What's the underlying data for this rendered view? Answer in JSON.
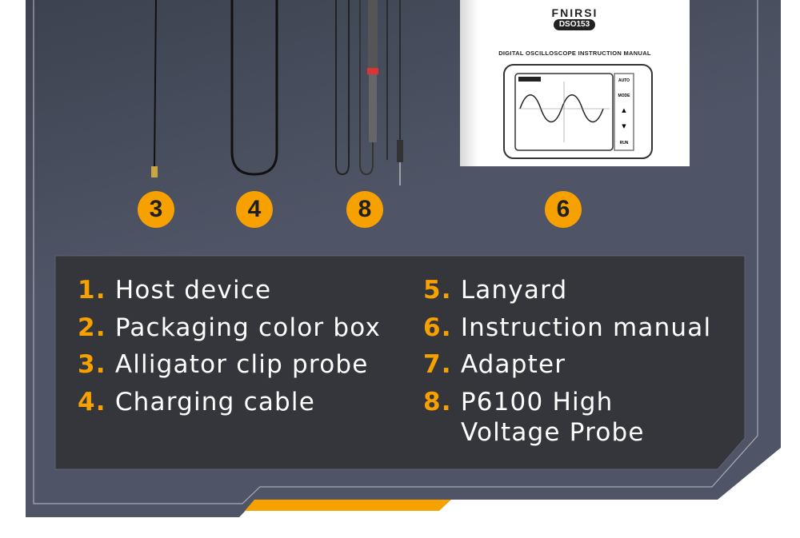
{
  "colors": {
    "panel": "#4f5566",
    "inner_box": "#35363c",
    "accent": "#f7a100"
  },
  "callouts": [
    "3",
    "4",
    "8",
    "6"
  ],
  "manual": {
    "brand": "FNIRSI",
    "model": "DSO153",
    "title": "DIGITAL OSCILLOSCOPE INSTRUCTION MANUAL",
    "buttons": [
      "AUTO",
      "MODE",
      "▲",
      "▼",
      "RUN"
    ],
    "screen_label": "AUTO"
  },
  "items_left": [
    {
      "num": "1.",
      "label": "Host device"
    },
    {
      "num": "2.",
      "label": "Packaging color box"
    },
    {
      "num": "3.",
      "label": "Alligator clip probe"
    },
    {
      "num": "4.",
      "label": "Charging cable"
    }
  ],
  "items_right": [
    {
      "num": "5.",
      "label": "Lanyard"
    },
    {
      "num": "6.",
      "label": "Instruction manual"
    },
    {
      "num": "7.",
      "label": "Adapter"
    },
    {
      "num": "8.",
      "label": "P6100 High",
      "label2": "Voltage Probe"
    }
  ]
}
